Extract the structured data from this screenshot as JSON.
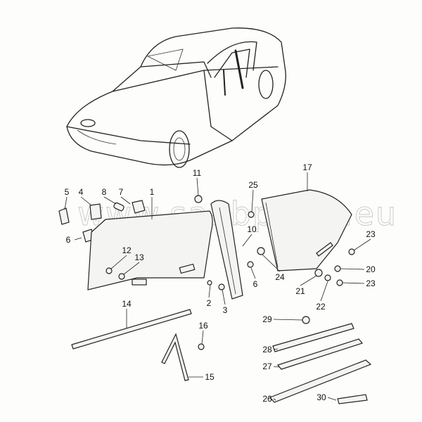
{
  "watermark": "www.saabparts.eu",
  "callouts": [
    "5",
    "4",
    "8",
    "7",
    "1",
    "6",
    "12",
    "13",
    "2",
    "3",
    "11",
    "10",
    "25",
    "6",
    "24",
    "17",
    "23",
    "20",
    "21",
    "22",
    "23",
    "14",
    "16",
    "15",
    "29",
    "28",
    "27",
    "26",
    "30"
  ]
}
